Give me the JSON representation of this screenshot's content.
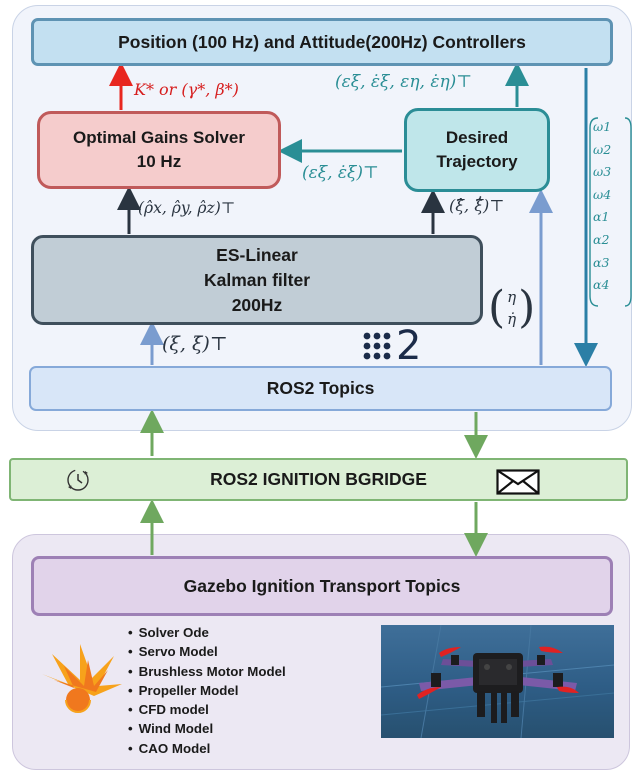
{
  "blocks": {
    "controllers": "Position (100 Hz) and Attitude(200Hz) Controllers",
    "gains_solver": [
      "Optimal Gains Solver",
      "10 Hz"
    ],
    "desired_trajectory": [
      "Desired",
      "Trajectory"
    ],
    "kalman": [
      "ES-Linear",
      "Kalman filter",
      "200Hz"
    ],
    "ros2_topics": "ROS2  Topics",
    "bridge": "ROS2 IGNITION BGRIDGE",
    "gazebo": "Gazebo Ignition  Transport Topics"
  },
  "labels": {
    "gains_output": "K*   or   (γ*, β*)",
    "trajectory_to_controllers": "(εξ, ε̇ξ, εη, ε̇η)⊤",
    "trajectory_to_gains": "(εξ, ε̇ξ)⊤",
    "kalman_to_gains": "(ρ̂x, ρ̂y, ρ̂z)⊤",
    "kalman_to_trajectory": "(ξ̂, ξ̂̇)⊤",
    "topics_to_kalman": "(ξ, ξ̇)⊤",
    "eta_top": "η",
    "eta_bottom": "η̇",
    "control_vector": [
      "ω1",
      "ω2",
      "ω3",
      "ω4",
      "α1",
      "α2",
      "α3",
      "α4"
    ],
    "ros2_logo_digit": "2"
  },
  "models": [
    "Solver Ode",
    "Servo Model",
    "Brushless Motor Model",
    "Propeller Model",
    "CFD model",
    "Wind Model",
    "CAO Model"
  ],
  "colors": {
    "red_arrow": "#e8261f",
    "teal_arrow": "#2a8e95",
    "navy_arrow": "#2a3440",
    "blue_arrow": "#7a9ccf",
    "green_arrow": "#6fa85f",
    "controller_arrow": "#2b7fa6"
  },
  "icons": [
    "clock-sync-icon",
    "envelope-icon",
    "ignition-logo-icon",
    "ros2-logo-icon",
    "drone-render-image"
  ]
}
